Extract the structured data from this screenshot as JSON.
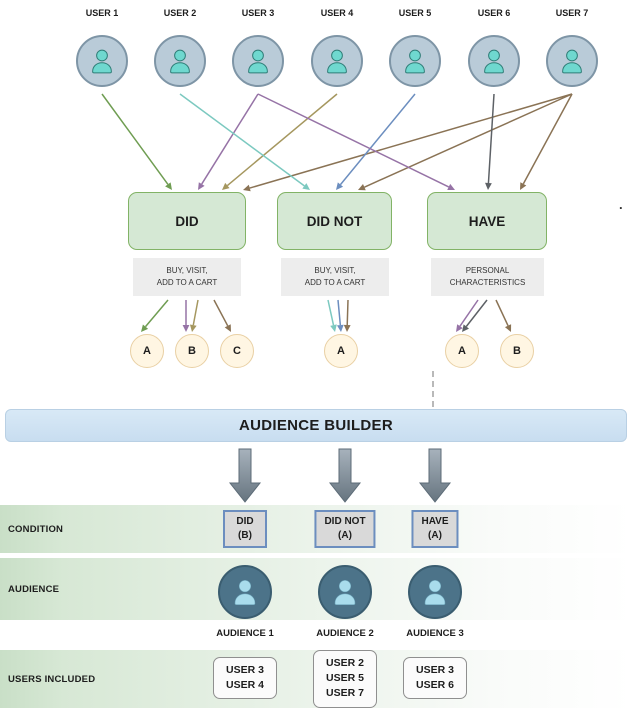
{
  "users": [
    {
      "label": "USER 1"
    },
    {
      "label": "USER 2"
    },
    {
      "label": "USER 3"
    },
    {
      "label": "USER 4"
    },
    {
      "label": "USER 5"
    },
    {
      "label": "USER 6"
    },
    {
      "label": "USER 7"
    }
  ],
  "condition_boxes": [
    {
      "label": "DID",
      "sublabel": "BUY, VISIT,\nADD TO A CART",
      "options": [
        "A",
        "B",
        "C"
      ]
    },
    {
      "label": "DID NOT",
      "sublabel": "BUY, VISIT,\nADD TO A CART",
      "options": [
        "A"
      ]
    },
    {
      "label": "HAVE",
      "sublabel": "PERSONAL\nCHARACTERISTICS",
      "options": [
        "A",
        "B"
      ]
    }
  ],
  "banner": {
    "label": "AUDIENCE BUILDER",
    "bg": "#cfe3f3"
  },
  "row_labels": {
    "condition": "CONDITION",
    "audience": "AUDIENCE",
    "users_included": "USERS INCLUDED"
  },
  "results": [
    {
      "condition": "DID\n(B)",
      "audience": "AUDIENCE 1",
      "users": "USER 3\nUSER 4"
    },
    {
      "condition": "DID NOT\n(A)",
      "audience": "AUDIENCE 2",
      "users": "USER 2\nUSER 5\nUSER 7"
    },
    {
      "condition": "HAVE\n(A)",
      "audience": "AUDIENCE 3",
      "users": "USER 3\nUSER 6"
    }
  ],
  "palette": {
    "box_green": "#d5e8d4",
    "banner_blue": "#cfe3f3",
    "audience_circle": "#4c7389",
    "avatar_bg": "#b9cbd8",
    "option_circle_bg": "#fff6e3",
    "band_green": "#c9dfc7"
  },
  "edges": {
    "top": [
      {
        "user": "USER 1",
        "target": "DID",
        "color": "#6f9d52"
      },
      {
        "user": "USER 3",
        "target": "DID",
        "color": "#9673a6"
      },
      {
        "user": "USER 4",
        "target": "DID",
        "color": "#a5975f"
      },
      {
        "user": "USER 7",
        "target": "DID",
        "color": "#8a7355"
      },
      {
        "user": "USER 2",
        "target": "DID NOT",
        "color": "#7cc9c0"
      },
      {
        "user": "USER 5",
        "target": "DID NOT",
        "color": "#6c8ebf"
      },
      {
        "user": "USER 7",
        "target": "DID NOT",
        "color": "#8a7355"
      },
      {
        "user": "USER 3",
        "target": "HAVE",
        "color": "#9673a6"
      },
      {
        "user": "USER 6",
        "target": "HAVE",
        "color": "#5d6166"
      },
      {
        "user": "USER 7",
        "target": "HAVE",
        "color": "#8a7355"
      }
    ],
    "bottom": [
      {
        "target": "DID",
        "letter": "A",
        "color": "#6f9d52"
      },
      {
        "target": "DID",
        "letter": "B",
        "color": "#9673a6"
      },
      {
        "target": "DID",
        "letter": "B",
        "color": "#a5975f"
      },
      {
        "target": "DID",
        "letter": "C",
        "color": "#8a7355"
      },
      {
        "target": "DID NOT",
        "letter": "A",
        "color": "#7cc9c0"
      },
      {
        "target": "DID NOT",
        "letter": "A",
        "color": "#6c8ebf"
      },
      {
        "target": "DID NOT",
        "letter": "A",
        "color": "#8a7355"
      },
      {
        "target": "HAVE",
        "letter": "A",
        "color": "#9673a6"
      },
      {
        "target": "HAVE",
        "letter": "A",
        "color": "#5d6166"
      },
      {
        "target": "HAVE",
        "letter": "B",
        "color": "#8a7355"
      }
    ]
  },
  "misc": {
    "stray_dot": "."
  }
}
